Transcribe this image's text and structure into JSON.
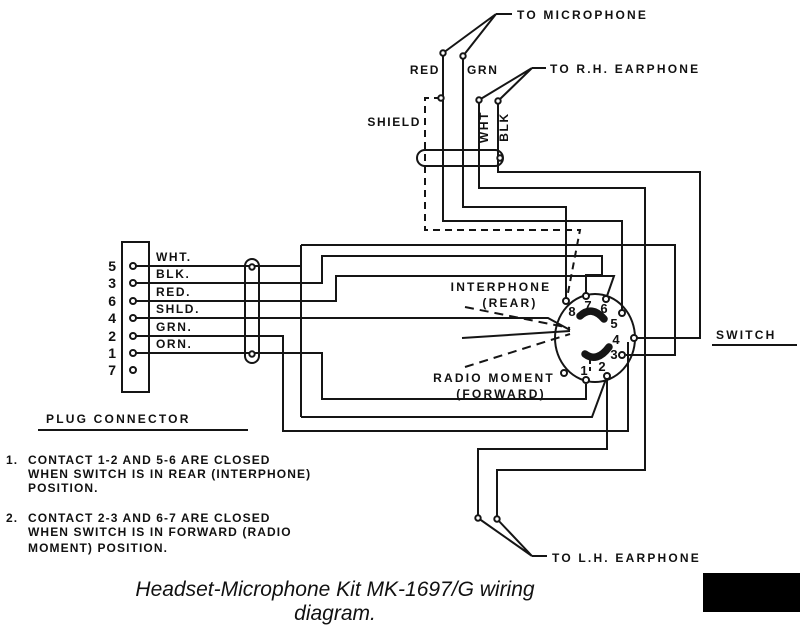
{
  "diagram": {
    "labels": {
      "to_microphone": "TO MICROPHONE",
      "red": "RED",
      "grn": "GRN",
      "to_rh_earphone": "TO R.H. EARPHONE",
      "shield": "SHIELD",
      "wht": "WHT",
      "blk": "BLK",
      "plug_connector": "PLUG CONNECTOR",
      "interphone_line1": "INTERPHONE",
      "interphone_line2": "(REAR)",
      "radio_line1": "RADIO MOMENT",
      "radio_line2": "(FORWARD)",
      "switch": "SWITCH",
      "to_lh_earphone": "TO L.H. EARPHONE"
    },
    "plug": {
      "pins": [
        {
          "number": "5",
          "wire": "WHT."
        },
        {
          "number": "3",
          "wire": "BLK."
        },
        {
          "number": "6",
          "wire": "RED."
        },
        {
          "number": "4",
          "wire": "SHLD."
        },
        {
          "number": "2",
          "wire": "GRN."
        },
        {
          "number": "1",
          "wire": "ORN."
        },
        {
          "number": "7",
          "wire": ""
        }
      ]
    },
    "switch_contacts": [
      "8",
      "7",
      "6",
      "5",
      "4",
      "3",
      "2",
      "1"
    ],
    "notes": [
      {
        "num": "1.",
        "lines": [
          "CONTACT 1-2 AND 5-6 ARE CLOSED",
          "WHEN SWITCH IS IN REAR (INTERPHONE)",
          "POSITION."
        ]
      },
      {
        "num": "2.",
        "lines": [
          "CONTACT 2-3 AND 6-7 ARE CLOSED",
          "WHEN SWITCH IS IN FORWARD (RADIO",
          "MOMENT) POSITION."
        ]
      }
    ],
    "caption": "Headset-Microphone Kit MK-1697/G wiring diagram."
  }
}
